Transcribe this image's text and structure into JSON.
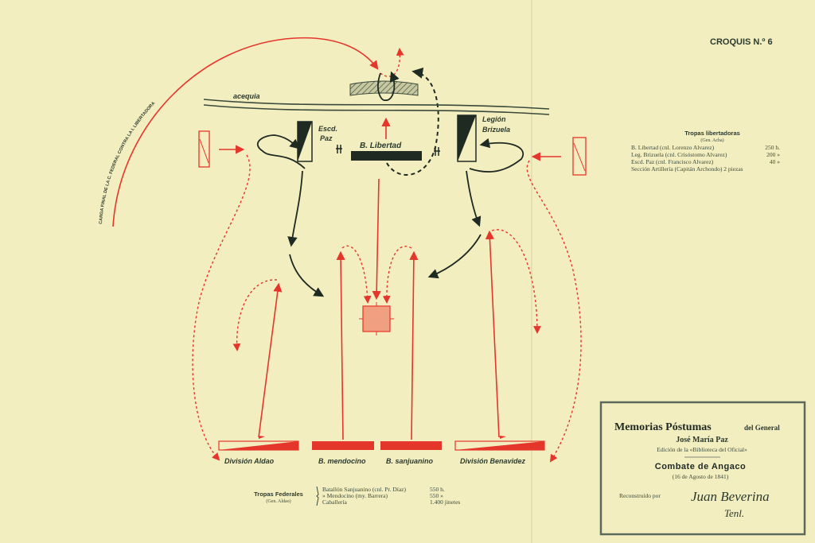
{
  "title": "CROQUIS N.º 6",
  "curve_label": "CARGA FINAL DE LA C. FEDERAL CONTRA LA I. LIBERTADORA",
  "labels": {
    "acequia": "acequia",
    "escd_paz": [
      "Escd.",
      "Paz"
    ],
    "legion_brizuela": [
      "Legión",
      "Brizuela"
    ],
    "b_libertad": "B. Libertad",
    "division_aldao": "División Aldao",
    "b_mendocino": "B. mendocino",
    "b_sanjuanino": "B. sanjuanino",
    "division_benavidez": "División Benavidez"
  },
  "libertadoras": {
    "title": "Tropas libertadoras",
    "subtitle": "(Gen. Acha)",
    "rows": [
      {
        "name": "B. Libertad (cnl. Lorenzo Alvarez)",
        "value": "250 h."
      },
      {
        "name": "Leg. Brizuela (cnl. Crisóstomo Alvarez)",
        "value": "200 »"
      },
      {
        "name": "Escd. Paz (cnl. Francisco Alvarez)",
        "value": "40 »"
      },
      {
        "name": "Sección Artillería (Capitán Archondo) 2 piezas",
        "value": ""
      }
    ]
  },
  "federales": {
    "title": "Tropas Federales",
    "subtitle": "(Gen. Aldao)",
    "rows": [
      {
        "name": "Batallón Sanjuanino (cnl. Pr. Díaz)",
        "value": "550 h."
      },
      {
        "name": "»      Mendocino (my. Barrera)",
        "value": "550 »"
      },
      {
        "name": "Caballería",
        "value": "1.400 jinetes"
      }
    ]
  },
  "cartouche": {
    "line1_main": "Memorias Póstumas",
    "line1_small": "del General",
    "line2": "José María Paz",
    "line3": "Edición de la «Biblioteca del Oficial»",
    "line4": "Combate de Angaco",
    "line5": "(16 de Agosto de 1841)",
    "reconstruido": "Reconstruído por",
    "signature": "Juan Beverina",
    "signature_rank": "Tenl."
  },
  "colors": {
    "paper": "#f3eec0",
    "red": "#e5362c",
    "dark": "#1f2a22",
    "square": "#f0a080"
  }
}
